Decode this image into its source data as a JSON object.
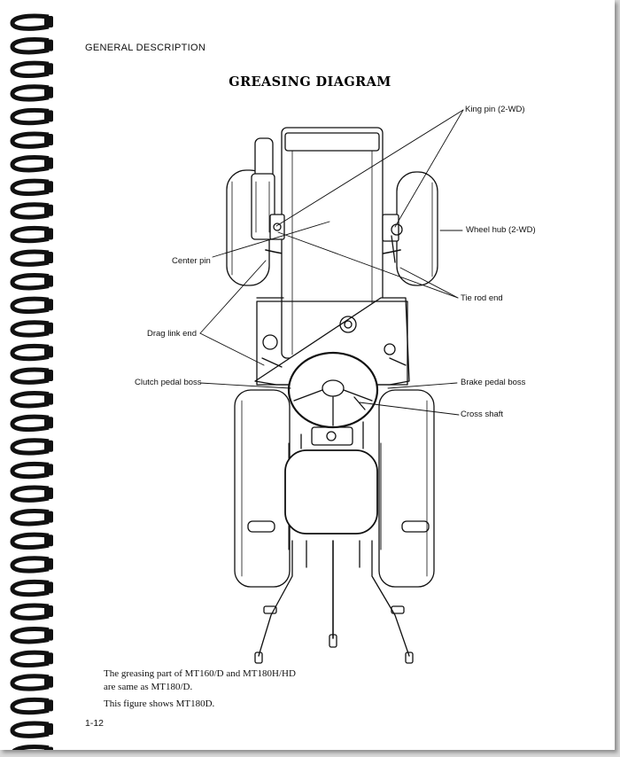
{
  "header": {
    "section": "GENERAL DESCRIPTION"
  },
  "title": "GREASING DIAGRAM",
  "callouts": {
    "king_pin": "King pin (2-WD)",
    "wheel_hub": "Wheel hub (2-WD)",
    "center_pin": "Center pin",
    "tie_rod_end": "Tie rod end",
    "drag_link_end": "Drag link end",
    "clutch_pedal_boss": "Clutch pedal boss",
    "brake_pedal_boss": "Brake pedal boss",
    "cross_shaft": "Cross shaft"
  },
  "notes": {
    "line1": "The greasing part of MT160/D and MT180H/HD",
    "line2": "are same as MT180/D.",
    "line3": "This figure shows MT180D."
  },
  "page_number": "1-12"
}
